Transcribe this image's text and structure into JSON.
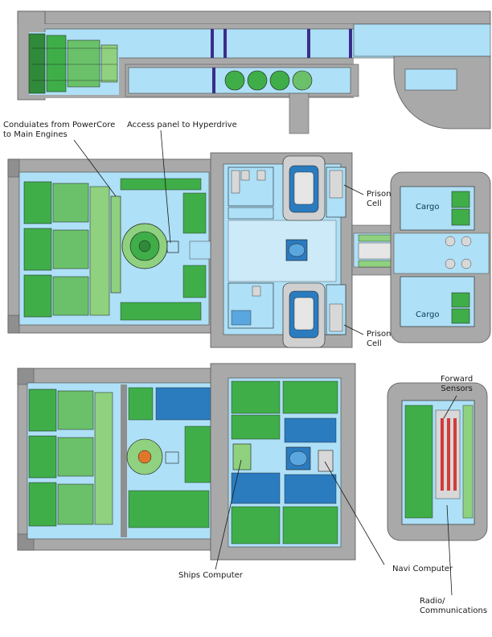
{
  "colors": {
    "hull": "#a9a9a9",
    "hull_dark": "#8f8f8f",
    "floor": "#aee0f7",
    "floor_dark": "#7ec6ea",
    "machinery": "#3fae49",
    "machinery_light": "#8fd17f",
    "console_blue": "#2b7bbf",
    "accent_purple": "#3b2c8c",
    "line": "#1a1a1a"
  },
  "labels": {
    "conduits": "Conduiates from PowerCore\nto Main Engines",
    "access_panel": "Access panel to Hyperdrive",
    "prison_cell_top": "Prison\nCell",
    "prison_cell_bottom": "Prison\nCell",
    "cargo_top": "Cargo",
    "cargo_bottom": "Cargo",
    "forward_sensors": "Forward\nSensors",
    "ships_computer": "Ships Computer",
    "navi_computer": "Navi Computer",
    "radio_comms": "Radio/\nCommunications"
  },
  "icons": {
    "engine": "engine-block-icon",
    "hyperdrive": "hyperdrive-ring-icon",
    "cockpit_seat": "seat-icon",
    "bunk": "bunk-icon"
  }
}
